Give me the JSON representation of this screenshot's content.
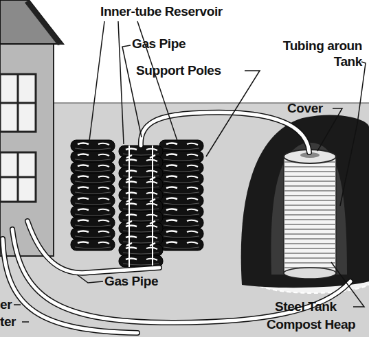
{
  "diagram": {
    "labels": [
      "Inner-tube Reservoir",
      "Gas Pipe",
      "Support Poles",
      "Tubing aroun Tank",
      "Cover",
      "Gas Pipe",
      "er",
      "ter",
      "Steel Tank",
      "Compost Heap"
    ]
  }
}
